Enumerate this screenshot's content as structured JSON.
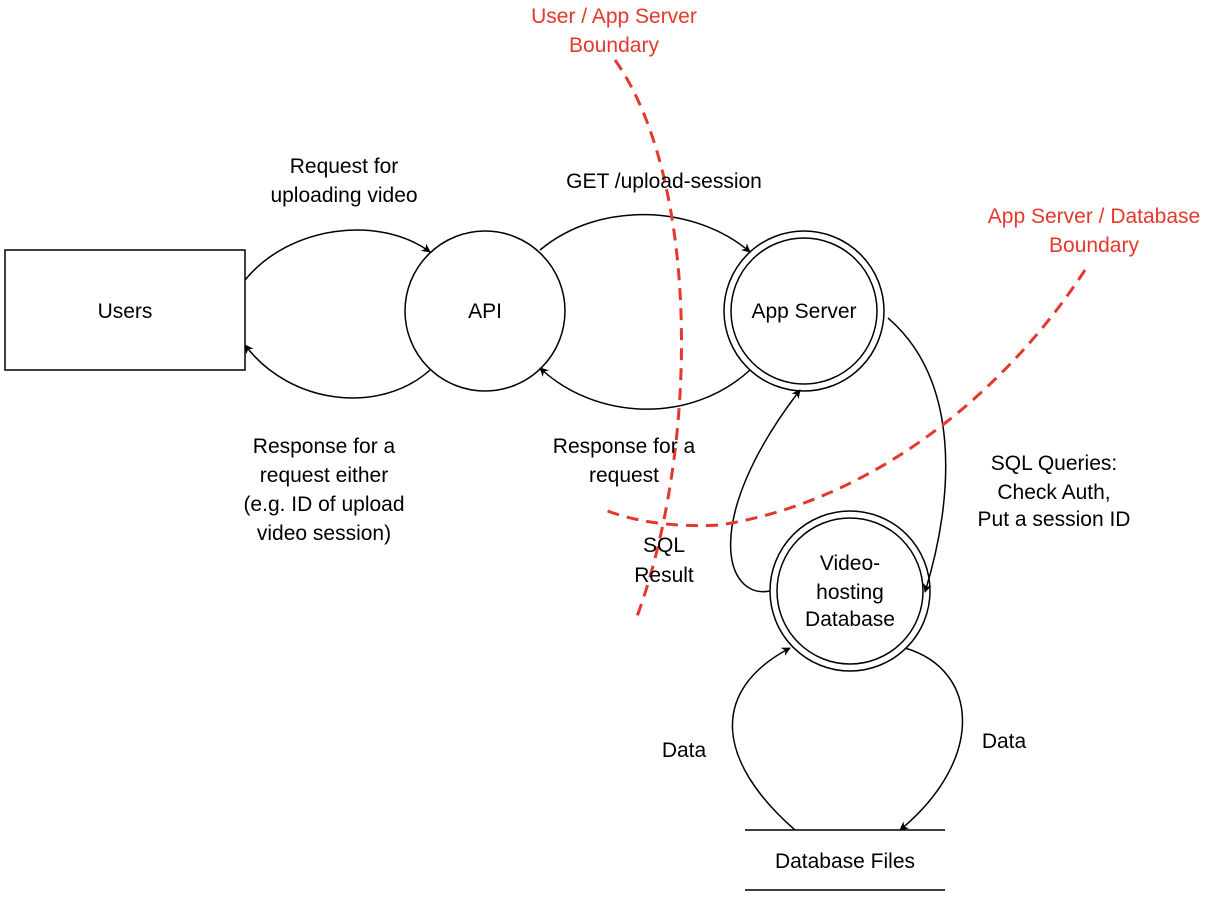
{
  "colors": {
    "line": "#000000",
    "boundary": "#e5382c",
    "background": "#ffffff"
  },
  "nodes": {
    "users": "Users",
    "api": "API",
    "app_server": "App Server",
    "db_line1": "Video-",
    "db_line2": "hosting",
    "db_line3": "Database",
    "db_files": "Database Files"
  },
  "labels": {
    "request_line1": "Request for",
    "request_line2": "uploading video",
    "get_upload": "GET /upload-session",
    "resp_user_line1": "Response for a",
    "resp_user_line2": "request either",
    "resp_user_line3": "(e.g. ID of upload",
    "resp_user_line4": "video session)",
    "resp_api_line1": "Response for a",
    "resp_api_line2": "request",
    "sql_queries_line1": "SQL Queries:",
    "sql_queries_line2": "Check Auth,",
    "sql_queries_line3": "Put a session ID",
    "sql_result_line1": "SQL",
    "sql_result_line2": "Result",
    "data_left": "Data",
    "data_right": "Data"
  },
  "boundaries": {
    "user_app_line1": "User / App Server",
    "user_app_line2": "Boundary",
    "app_db_line1": "App Server / Database",
    "app_db_line2": "Boundary"
  }
}
